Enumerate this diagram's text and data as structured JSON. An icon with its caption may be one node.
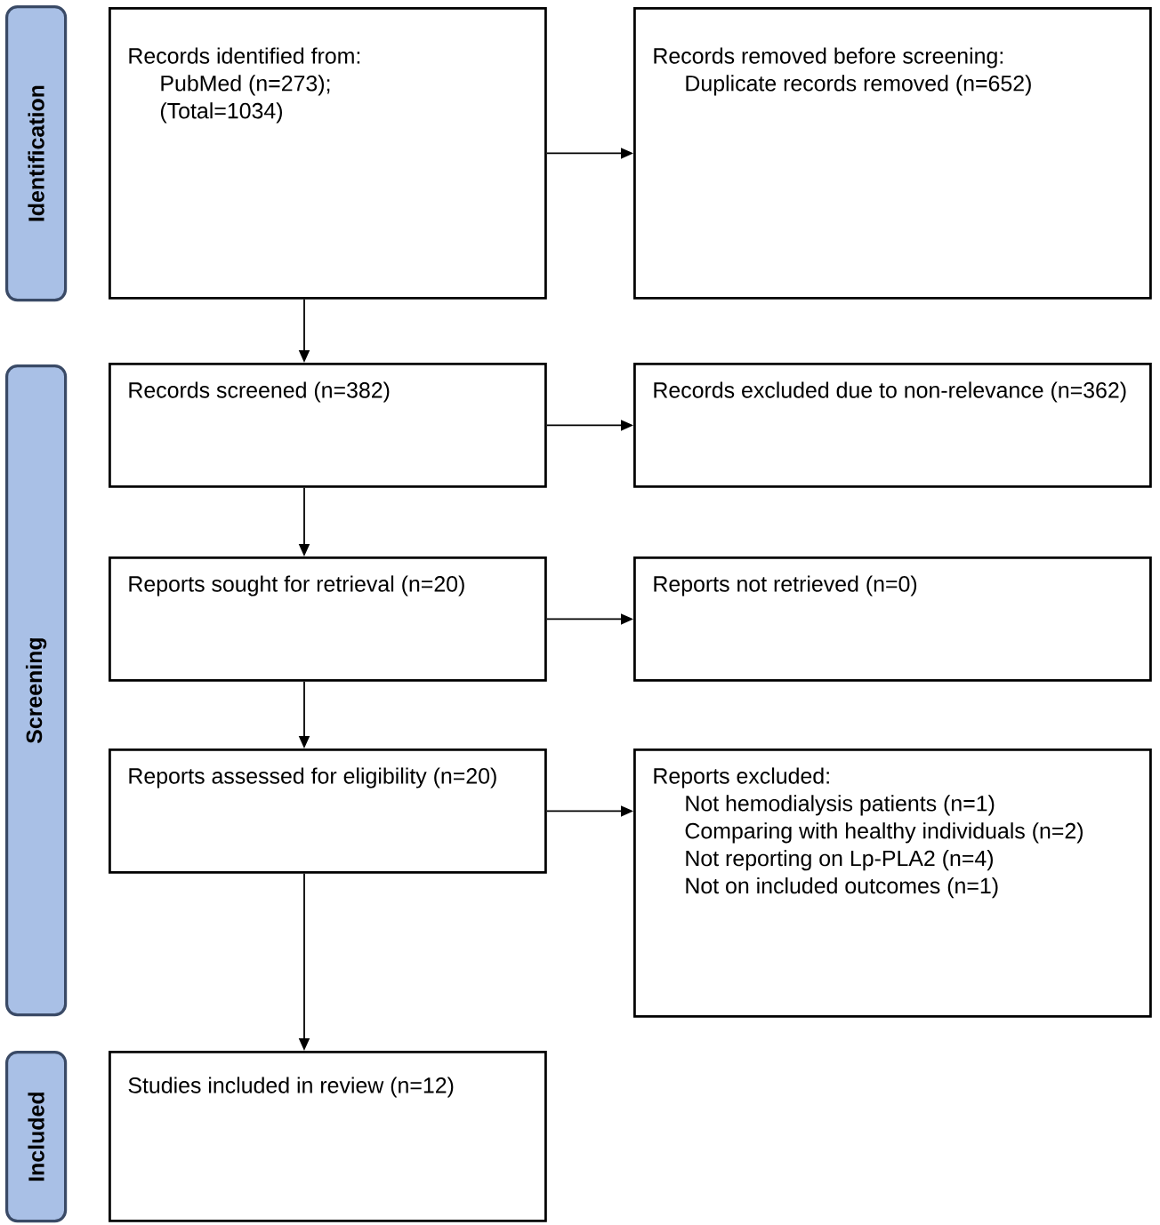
{
  "diagram": {
    "nodes": [
      {
        "text": [
          "Identification"
        ]
      },
      {
        "text": [
          "Screening"
        ]
      },
      {
        "text": [
          "Included"
        ]
      },
      {
        "text": [
          "Records identified from:",
          "PubMed (n=273);",
          "(Total=1034)"
        ]
      },
      {
        "text": [
          "Records removed before screening:",
          "Duplicate records removed (n=652)"
        ]
      },
      {
        "text": [
          "Records screened (n=382)"
        ]
      },
      {
        "text": [
          "Records excluded due to non-relevance (n=362)"
        ]
      },
      {
        "text": [
          "Reports sought for retrieval (n=20)"
        ]
      },
      {
        "text": [
          "Reports not retrieved (n=0)"
        ]
      },
      {
        "text": [
          "Reports assessed for eligibility (n=20)"
        ]
      },
      {
        "text": [
          "Reports excluded:",
          "Not hemodialysis patients (n=1)",
          "Comparing with healthy individuals (n=2)",
          "Not reporting on Lp-PLA2 (n=4)",
          "Not on included outcomes (n=1)"
        ]
      },
      {
        "text": [
          "Studies included in review (n=12)"
        ]
      }
    ],
    "edges": [
      {
        "from": 3,
        "to": 4,
        "arrow": "to"
      },
      {
        "from": 3,
        "to": 5,
        "arrow": "to"
      },
      {
        "from": 5,
        "to": 6,
        "arrow": "to"
      },
      {
        "from": 5,
        "to": 7,
        "arrow": "to"
      },
      {
        "from": 7,
        "to": 8,
        "arrow": "to"
      },
      {
        "from": 7,
        "to": 9,
        "arrow": "to"
      },
      {
        "from": 9,
        "to": 10,
        "arrow": "to"
      },
      {
        "from": 9,
        "to": 11,
        "arrow": "to"
      }
    ]
  }
}
